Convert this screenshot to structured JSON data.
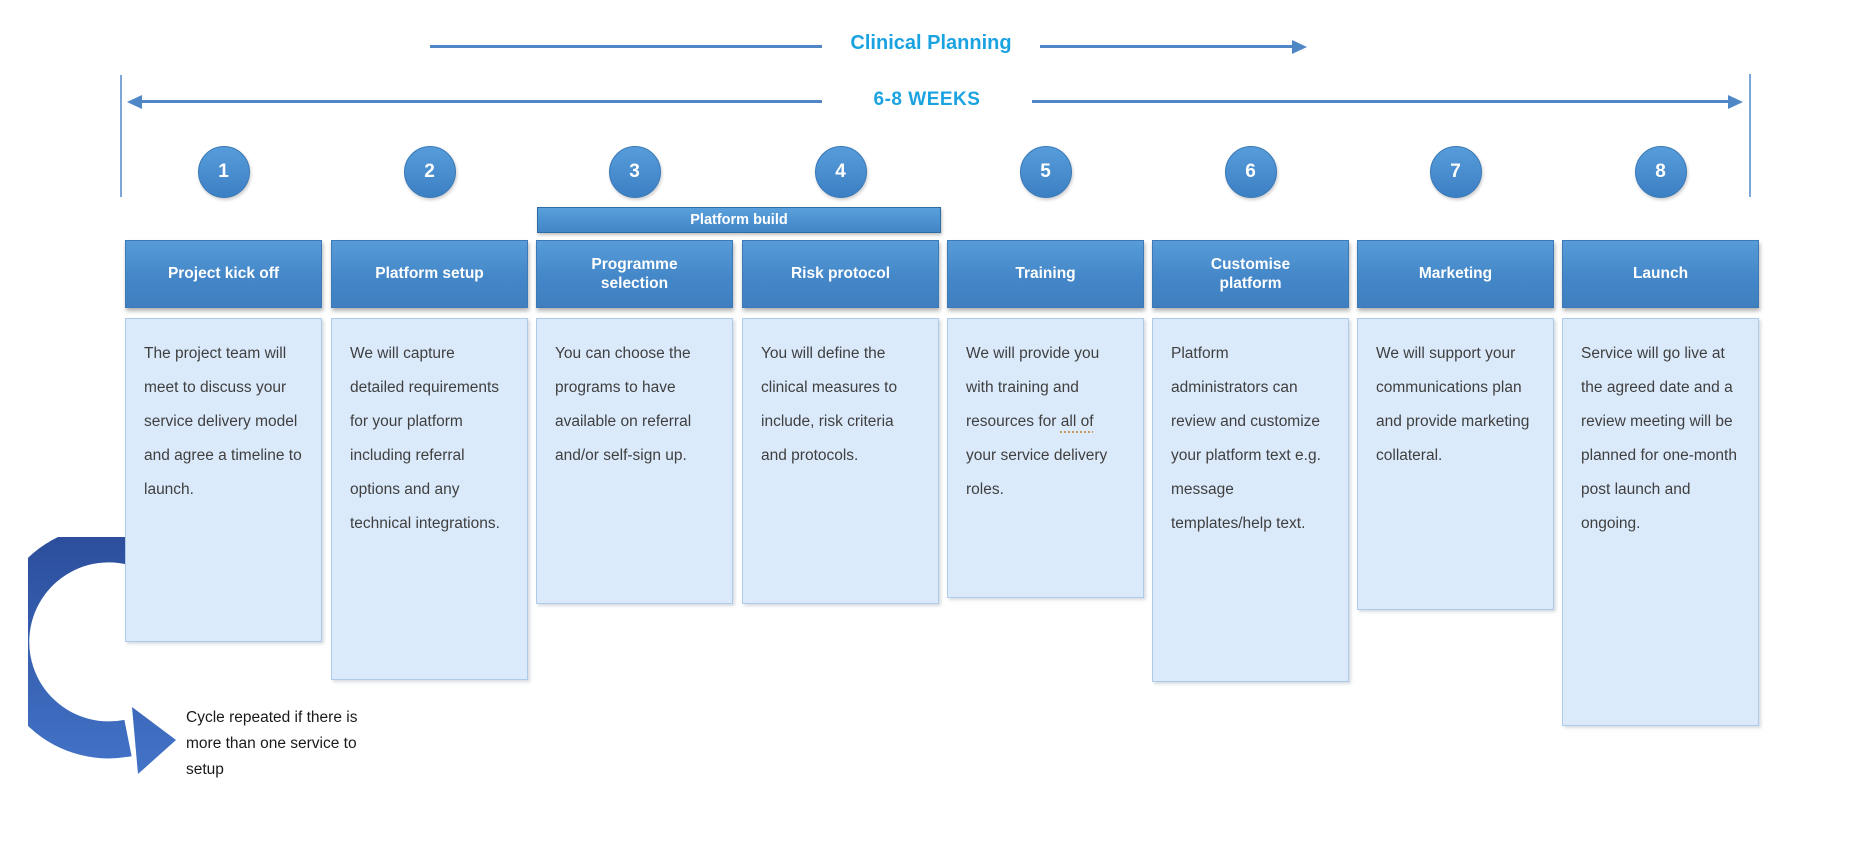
{
  "top": {
    "clinical_planning": "Clinical Planning",
    "weeks": "6-8 WEEKS"
  },
  "platform_build_label": "Platform build",
  "steps": [
    {
      "num": "1",
      "title": "Project kick off",
      "body": "The project team will meet to discuss your service delivery model and agree a timeline to launch."
    },
    {
      "num": "2",
      "title": "Platform setup",
      "body": "We will capture detailed requirements for your platform including referral options and any technical integrations."
    },
    {
      "num": "3",
      "title": "Programme selection",
      "body": "You can choose the programs to have available on referral and/or self-sign up."
    },
    {
      "num": "4",
      "title": "Risk protocol",
      "body": "You will define the clinical measures to include, risk criteria and protocols."
    },
    {
      "num": "5",
      "title": "Training",
      "body": "We will provide you with training and resources for all of your service delivery roles.",
      "proof_mark": "all of"
    },
    {
      "num": "6",
      "title": "Customise platform",
      "body": "Platform administrators can review and customize your platform text e.g. message templates/help text."
    },
    {
      "num": "7",
      "title": "Marketing",
      "body": "We will support your communications plan and provide marketing collateral."
    },
    {
      "num": "8",
      "title": "Launch",
      "body": "Service will go live at the agreed date and a review meeting will be planned for one-month post launch and ongoing."
    }
  ],
  "cycle_note": "Cycle repeated if there is more than one service to setup",
  "colors": {
    "accent_cyan": "#1BA3E1",
    "line_blue": "#4E86C6",
    "header_blue_top": "#579CD9",
    "header_blue_bottom": "#3F7FC0",
    "body_card_bg": "#DBEAFB",
    "body_card_border": "#AECCEA",
    "body_text": "#3F3F3F",
    "cycle_arrow_dark": "#2C4E9C",
    "cycle_arrow_light": "#4577CC",
    "proof_mark_color": "#C89B5A"
  }
}
